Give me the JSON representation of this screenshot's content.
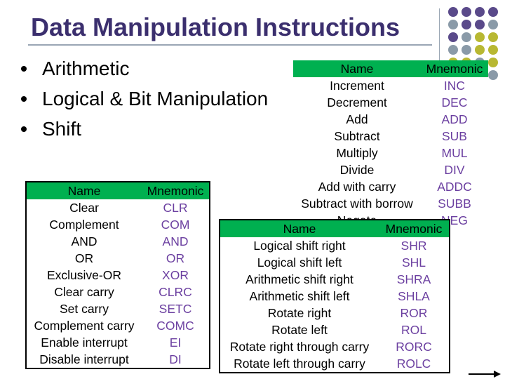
{
  "title": "Data Manipulation Instructions",
  "bullets": [
    "Arithmetic",
    "Logical & Bit Manipulation",
    "Shift"
  ],
  "tables": {
    "arithmetic": {
      "headers": [
        "Name",
        "Mnemonic"
      ],
      "rows": [
        [
          "Increment",
          "INC"
        ],
        [
          "Decrement",
          "DEC"
        ],
        [
          "Add",
          "ADD"
        ],
        [
          "Subtract",
          "SUB"
        ],
        [
          "Multiply",
          "MUL"
        ],
        [
          "Divide",
          "DIV"
        ],
        [
          "Add with carry",
          "ADDC"
        ],
        [
          "Subtract with borrow",
          "SUBB"
        ],
        [
          "Negate",
          "NEG"
        ]
      ]
    },
    "logical": {
      "headers": [
        "Name",
        "Mnemonic"
      ],
      "rows": [
        [
          "Clear",
          "CLR"
        ],
        [
          "Complement",
          "COM"
        ],
        [
          "AND",
          "AND"
        ],
        [
          "OR",
          "OR"
        ],
        [
          "Exclusive-OR",
          "XOR"
        ],
        [
          "Clear carry",
          "CLRC"
        ],
        [
          "Set carry",
          "SETC"
        ],
        [
          "Complement carry",
          "COMC"
        ],
        [
          "Enable interrupt",
          "EI"
        ],
        [
          "Disable interrupt",
          "DI"
        ]
      ]
    },
    "shift": {
      "headers": [
        "Name",
        "Mnemonic"
      ],
      "rows": [
        [
          "Logical shift right",
          "SHR"
        ],
        [
          "Logical shift left",
          "SHL"
        ],
        [
          "Arithmetic shift right",
          "SHRA"
        ],
        [
          "Arithmetic shift left",
          "SHLA"
        ],
        [
          "Rotate right",
          "ROR"
        ],
        [
          "Rotate left",
          "ROL"
        ],
        [
          "Rotate right through carry",
          "RORC"
        ],
        [
          "Rotate left through carry",
          "ROLC"
        ]
      ]
    }
  },
  "colors": {
    "title": "#3b2f6e",
    "header_fill": "#00b050",
    "mnemonic_text": "#6b3fa0",
    "dot_purple": "#5a4a8a",
    "dot_gray": "#8a9aa8",
    "dot_olive": "#b8b832"
  },
  "icons": [
    "decorative-dot-grid-icon",
    "next-arrow-icon"
  ]
}
